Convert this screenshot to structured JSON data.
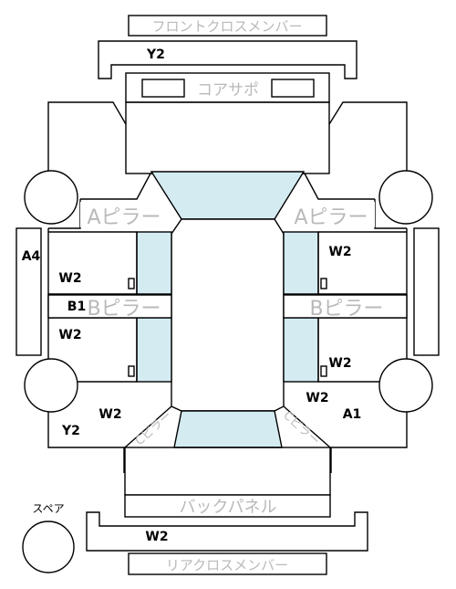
{
  "labels": {
    "front_cross_member": "フロントクロスメンバー",
    "core_support": "コアサポ",
    "a_pillar_left": "Aピラー",
    "a_pillar_right": "Aピラー",
    "b_pillar_left": "Bピラー",
    "b_pillar_right": "Bピラー",
    "c_pillar_left": "Cピラー",
    "c_pillar_right": "Cピラー",
    "back_panel": "バックパネル",
    "rear_cross_member": "リアクロスメンバー",
    "spare": "スペア"
  },
  "codes": {
    "front_cross": "Y2",
    "a4": "A4",
    "front_left_panel": "W2",
    "b1": "B1",
    "rear_left_door": "W2",
    "rear_left_quarter": "W2",
    "rear_left_corner": "Y2",
    "front_right_door": "W2",
    "rear_right_door": "W2",
    "rear_right_quarter": "W2",
    "a1": "A1",
    "rear_cross": "W2"
  }
}
